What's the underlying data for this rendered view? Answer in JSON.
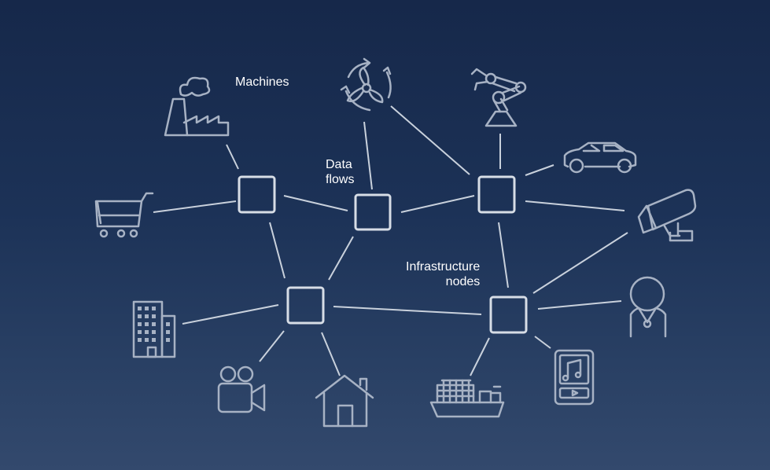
{
  "labels": {
    "machines": "Machines",
    "data_flows": "Data\nflows",
    "infrastructure_nodes": "Infrastructure\nnodes"
  },
  "colors": {
    "background_top": "#16284a",
    "background_bottom": "#33496d",
    "icon_stroke": "#a7b2c4",
    "node_stroke": "#d7dde6",
    "link_stroke": "#c9d1dc",
    "label_text": "#ffffff"
  },
  "icons": [
    "factory-icon",
    "wind-turbine-icon",
    "robot-arm-icon",
    "car-icon",
    "security-camera-icon",
    "shopping-cart-icon",
    "office-building-icon",
    "video-camera-icon",
    "house-icon",
    "cargo-ship-icon",
    "music-player-icon",
    "person-icon"
  ]
}
